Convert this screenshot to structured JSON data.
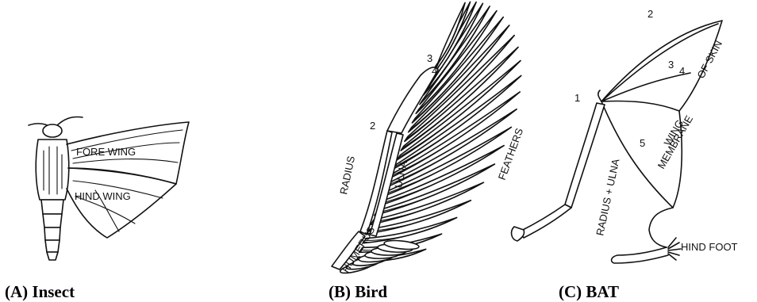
{
  "insect": {
    "caption": "(A) Insect",
    "fore_wing_label": "FORE WING",
    "hind_wing_label": "HIND WING"
  },
  "bird": {
    "caption": "(B) Bird",
    "humerus_label": "HUMERUS",
    "radius_label": "RADIUS",
    "ulna_label": "ULNA",
    "feathers_label": "FEATHERS",
    "digit_2": "2",
    "digit_3": "3",
    "digit_4": "4"
  },
  "bat": {
    "caption": "(C) BAT",
    "radius_ulna_label": "RADIUS + ULNA",
    "wing_label": "WING",
    "membrane_label": "MEMBRANE",
    "of_skin_label": "OF SKIN",
    "hind_foot_label": "HIND FOOT",
    "digit_1": "1",
    "digit_2": "2",
    "digit_3": "3",
    "digit_4": "4",
    "digit_5": "5"
  }
}
